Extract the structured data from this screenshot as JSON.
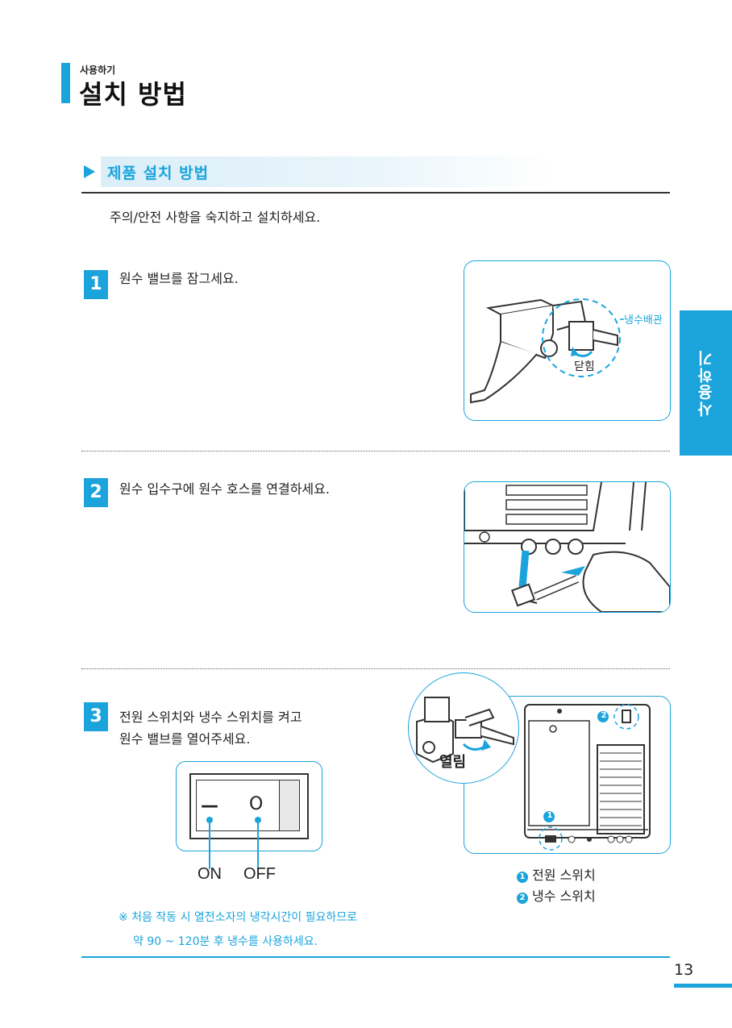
{
  "header": {
    "subtitle": "사용하기",
    "title": "설치 방법"
  },
  "section": {
    "title": "제품 설치 방법",
    "intro": "주의/안전 사항을 숙지하고 설치하세요."
  },
  "side_tab": "사용하기",
  "steps": [
    {
      "num": "1",
      "text": "원수 밸브를 잠그세요."
    },
    {
      "num": "2",
      "text": "원수 입수구에 원수 호스를 연결하세요."
    },
    {
      "num": "3",
      "line1": "전원 스위치와 냉수 스위치를 켜고",
      "line2": "원수 밸브를 열어주세요."
    }
  ],
  "fig1": {
    "label_pipe": "냉수배관",
    "label_close": "닫힘"
  },
  "fig3": {
    "label_open": "열림",
    "marker1": "1",
    "marker2": "2"
  },
  "switch": {
    "on_symbol": "—",
    "off_symbol": "O",
    "on_label": "ON",
    "off_label": "OFF"
  },
  "legend": [
    {
      "num": "1",
      "text": "전원 스위치"
    },
    {
      "num": "2",
      "text": "냉수 스위치"
    }
  ],
  "note": {
    "line1": "※  처음 작동 시 열전소자의 냉각시간이 필요하므로",
    "line2": "약 90 ~ 120분 후 냉수를 사용하세요."
  },
  "page_number": "13",
  "colors": {
    "accent": "#1ba4dc"
  }
}
